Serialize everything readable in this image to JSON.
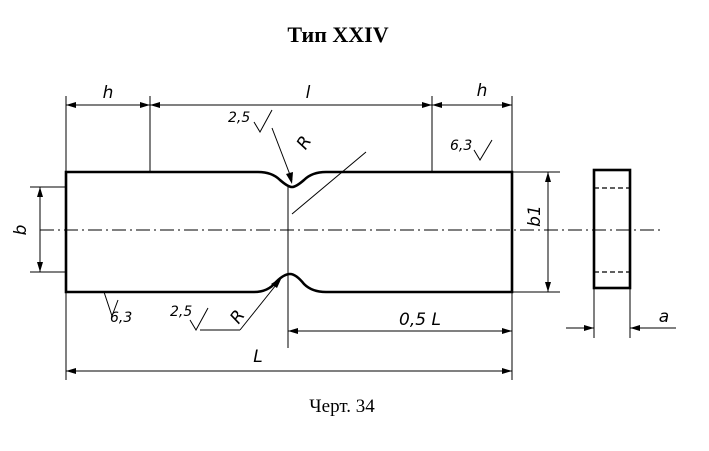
{
  "title": "Тип XXIV",
  "caption": "Черт. 34",
  "labels": {
    "h_left": "h",
    "l": "l",
    "h_right": "h",
    "b": "b",
    "b1": "b1",
    "R_top": "R",
    "R_bottom": "R",
    "L_half": "0,5 L",
    "L": "L",
    "a": "a"
  },
  "roughness": {
    "top_left": "2,5",
    "top_right": "6,3",
    "bottom_left": "6,3",
    "bottom_mid": "2,5"
  }
}
